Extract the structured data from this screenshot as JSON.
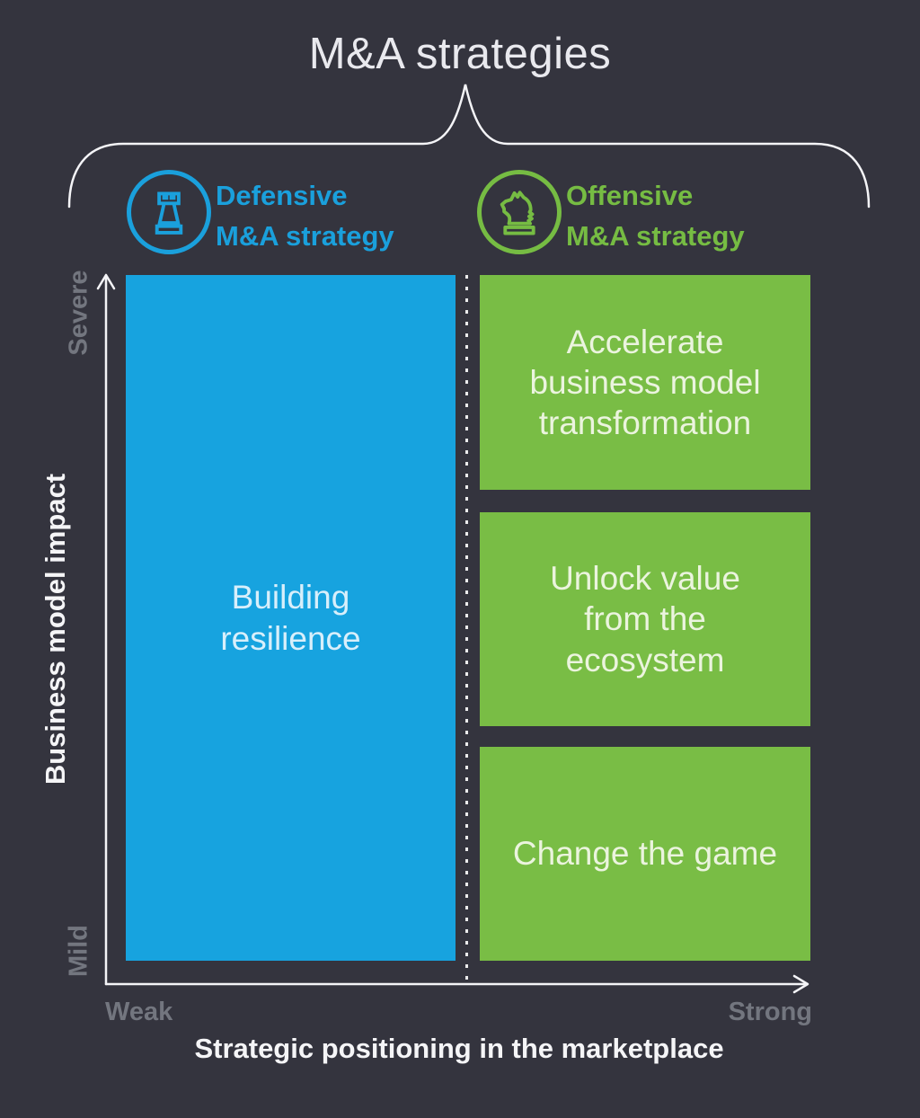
{
  "title": "M&A strategies",
  "colors": {
    "background": "#34343E",
    "defensive_blue": "#1AA0DC",
    "offensive_green": "#76BC43",
    "box_blue": "#17A3DF",
    "box_green": "#79BD45",
    "axis_white": "#F4F4F7",
    "tick_gray": "#73767F"
  },
  "legend": {
    "defensive": {
      "icon": "rook-icon",
      "line1": "Defensive",
      "line2": "M&A strategy"
    },
    "offensive": {
      "icon": "knight-icon",
      "line1": "Offensive",
      "line2": "M&A strategy"
    }
  },
  "matrix": {
    "y_axis": {
      "label": "Business model impact",
      "max_label": "Severe",
      "min_label": "Mild"
    },
    "x_axis": {
      "label": "Strategic positioning in the marketplace",
      "min_label": "Weak",
      "max_label": "Strong"
    },
    "defensive_cell": {
      "text": "Building\nresilience"
    },
    "offensive_cells": [
      {
        "text": "Accelerate\nbusiness model\ntransformation"
      },
      {
        "text": "Unlock value\nfrom the\necosystem"
      },
      {
        "text": "Change the game"
      }
    ]
  }
}
